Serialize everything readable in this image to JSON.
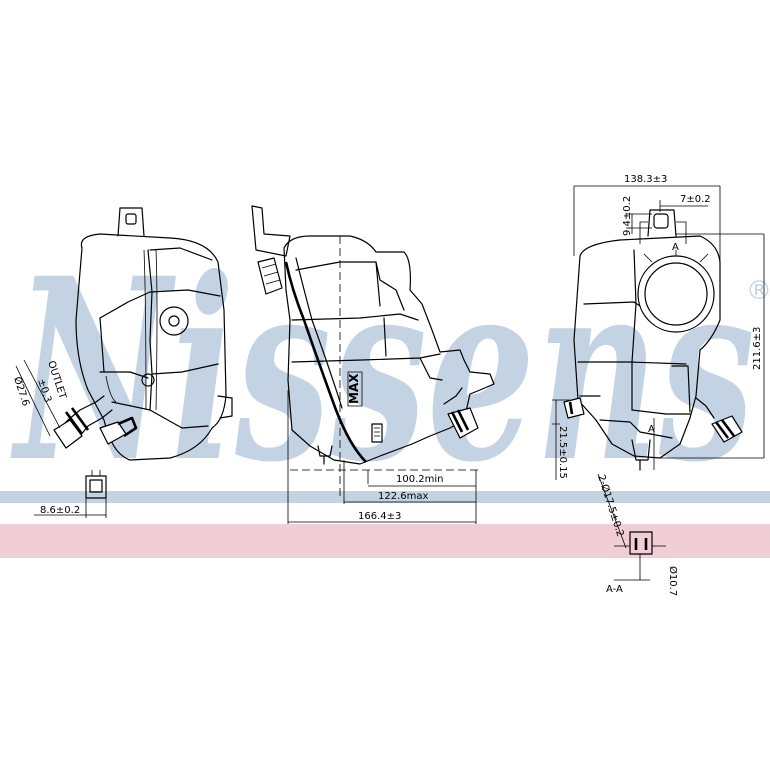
{
  "watermark": {
    "brand": "Nissens",
    "registered": "®",
    "band_color": "#c4d3e3",
    "stripe_color": "#f1cdd5"
  },
  "dimensions": {
    "outlet_diameter": "Ø27.6",
    "outlet_mark": "OUTLET",
    "outlet_tol": "±0.3",
    "sensor_width": "8.6±0.2",
    "min_level": "100.2min",
    "max_level": "122.6max",
    "total_width": "166.4±3",
    "depth": "138.3±3",
    "tab_width": "7±0.2",
    "tab_height": "9.4±0.2",
    "section_mark_a1": "A",
    "section_mark_a2": "A",
    "height": "211.6±3",
    "bracket_height": "21.5±0.15",
    "hole_diameter": "2-Ø17.5±0.2",
    "pin_diameter": "Ø10.7",
    "section_label": "A-A"
  },
  "labels": {
    "max_mark": "MAX"
  }
}
